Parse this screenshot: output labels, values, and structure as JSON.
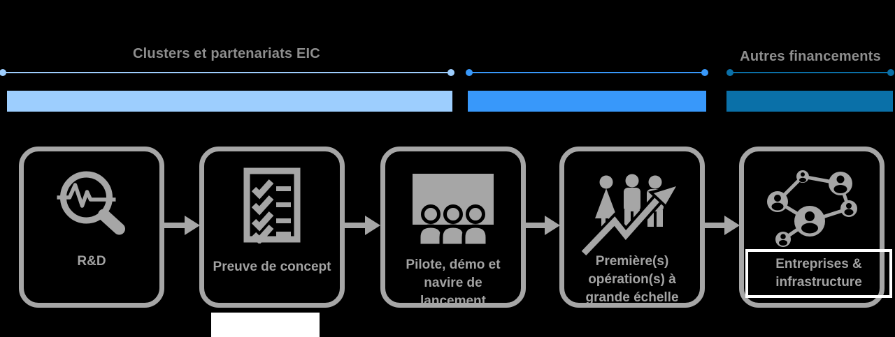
{
  "background": "#000000",
  "funding_bands": {
    "segments": [
      {
        "name": "clusters-eic",
        "label": "Clusters et partenariats EIC",
        "color": "#9DCEFE"
      },
      {
        "name": "middle-band",
        "label": "",
        "color": "#3898FA"
      },
      {
        "name": "autres-financements",
        "label": "Autres financements",
        "color": "#0A70A8"
      }
    ]
  },
  "stages": [
    {
      "label": "R&D",
      "icon": "magnifier-pulse-icon"
    },
    {
      "label": "Preuve de concept",
      "icon": "checklist-icon"
    },
    {
      "label": "Pilote, démo et navire de lancement",
      "icon": "audience-screen-icon"
    },
    {
      "label": "Première(s) opération(s) à grande échelle",
      "icon": "people-growth-arrow-icon"
    },
    {
      "label": "Entreprises & infrastructure",
      "icon": "network-people-icon",
      "highlighted": true
    }
  ],
  "colors": {
    "stage_outline": "#A6A6A6",
    "title_text": "#8E8E8E",
    "label_text": "#A3A3A3",
    "highlight_border": "#FFFFFF"
  }
}
